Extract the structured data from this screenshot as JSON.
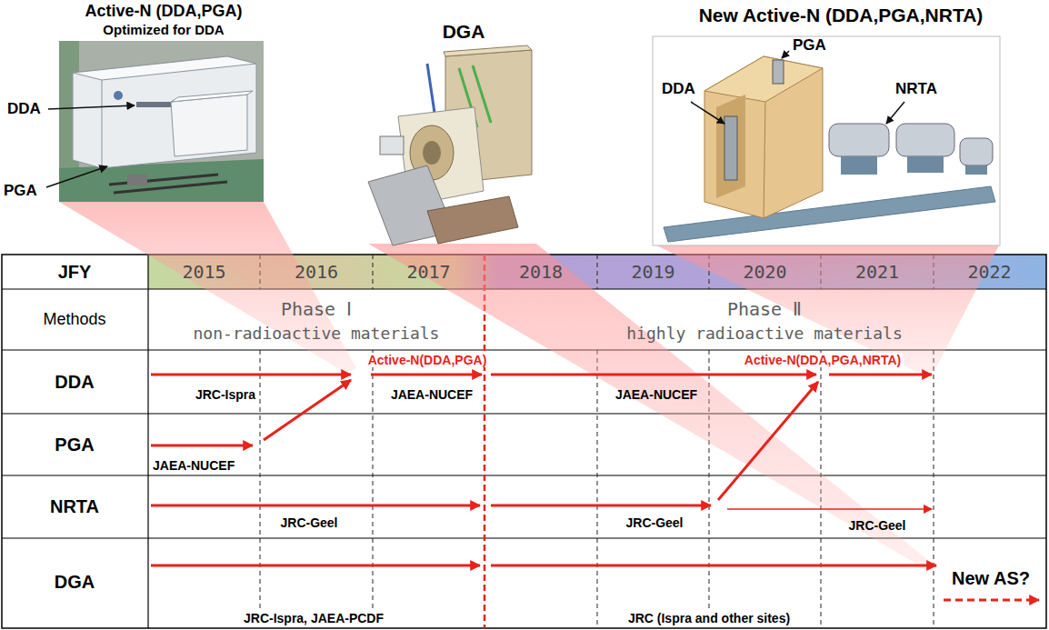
{
  "diagram": {
    "nodes": [
      {
        "text": [
          "Active-N (DDA,PGA)",
          "Optimized for DDA"
        ]
      },
      {
        "text": [
          "DGA"
        ]
      },
      {
        "text": [
          "New Active-N (DDA,PGA,NRTA)"
        ]
      }
    ],
    "labels": [
      "DDA",
      "PGA",
      "DDA",
      "PGA",
      "NRTA",
      "JFY",
      "2015",
      "2016",
      "2017",
      "2018",
      "2019",
      "2020",
      "2021",
      "2022",
      "Methods",
      "Phase Ⅰ",
      "non-radioactive materials",
      "Phase Ⅱ",
      "highly radioactive materials",
      "DDA",
      "PGA",
      "NRTA",
      "DGA",
      "JRC-Ispra",
      "Active-N(DDA,PGA)",
      "JAEA-NUCEF",
      "JAEA-NUCEF",
      "Active-N(DDA,PGA,NRTA)",
      "JAEA-NUCEF",
      "JRC-Geel",
      "JRC-Geel",
      "JRC-Geel",
      "JRC-Ispra, JAEA-PCDF",
      "JRC (Ispra and other sites)",
      "New AS?"
    ]
  }
}
